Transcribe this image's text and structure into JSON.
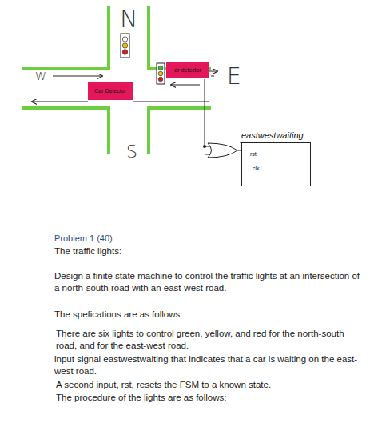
{
  "diagram": {
    "nodes": [
      {
        "text": [
          "ar detector"
        ]
      },
      {
        "text": [
          "Car Detector"
        ]
      },
      {
        "text": [
          "rst",
          "clk"
        ]
      }
    ],
    "labels": [
      "N",
      "W",
      "E",
      "S",
      "eastwestwaiting",
      "Problem 1 (40)",
      "The traffic lights:",
      "Design a finite state machine to control the traffic lights  at an intersection of a north-south road with an east-west road.",
      "The spefications are as follows:",
      "There are six lights to control green, yellow, and red for the north-south road, and for the east-west road.",
      "input signal eastwestwaiting that indicates that a car is waiting on the east-west road.",
      "A second input, rst, resets the FSM to a known state.",
      "The procedure of the lights are as follows:"
    ]
  }
}
